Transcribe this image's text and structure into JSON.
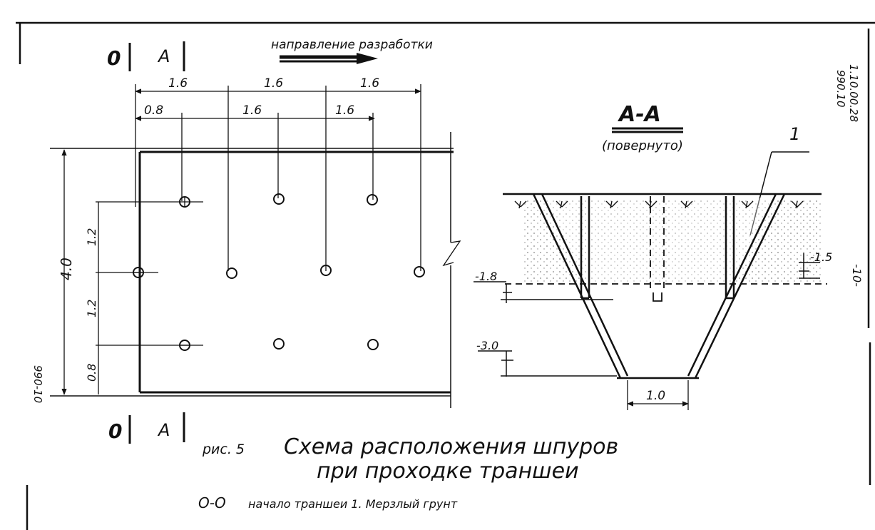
{
  "section_marks": {
    "left": "0",
    "right": "A"
  },
  "direction_label": "направление разработки",
  "plan": {
    "top_dims": [
      "1.6",
      "1.6",
      "1.6"
    ],
    "second_dims": [
      "0.8",
      "1.6",
      "1.6"
    ],
    "height_dim": "4.0",
    "vertical_dims": [
      "1.2",
      "1.2",
      "0.8"
    ]
  },
  "section": {
    "title": "А-А",
    "subtitle": "(повернуто)",
    "callout": "1",
    "levels": [
      "-1.8",
      "-3.0",
      "-1.5"
    ],
    "bottom_width": "1.0"
  },
  "doc_code_left": "990-10",
  "doc_code_right_1": "1.10.00.28",
  "doc_code_right_2": "990.10",
  "page_number": "-10-",
  "caption": {
    "prefix": "рис. 5",
    "line1": "Схема расположения шпуров",
    "line2": "при проходке траншеи"
  },
  "legend": {
    "symbol": "O-O",
    "text": "начало траншеи 1. Мерзлый грунт"
  },
  "colors": {
    "ink": "#111111",
    "paper": "#ffffff"
  }
}
